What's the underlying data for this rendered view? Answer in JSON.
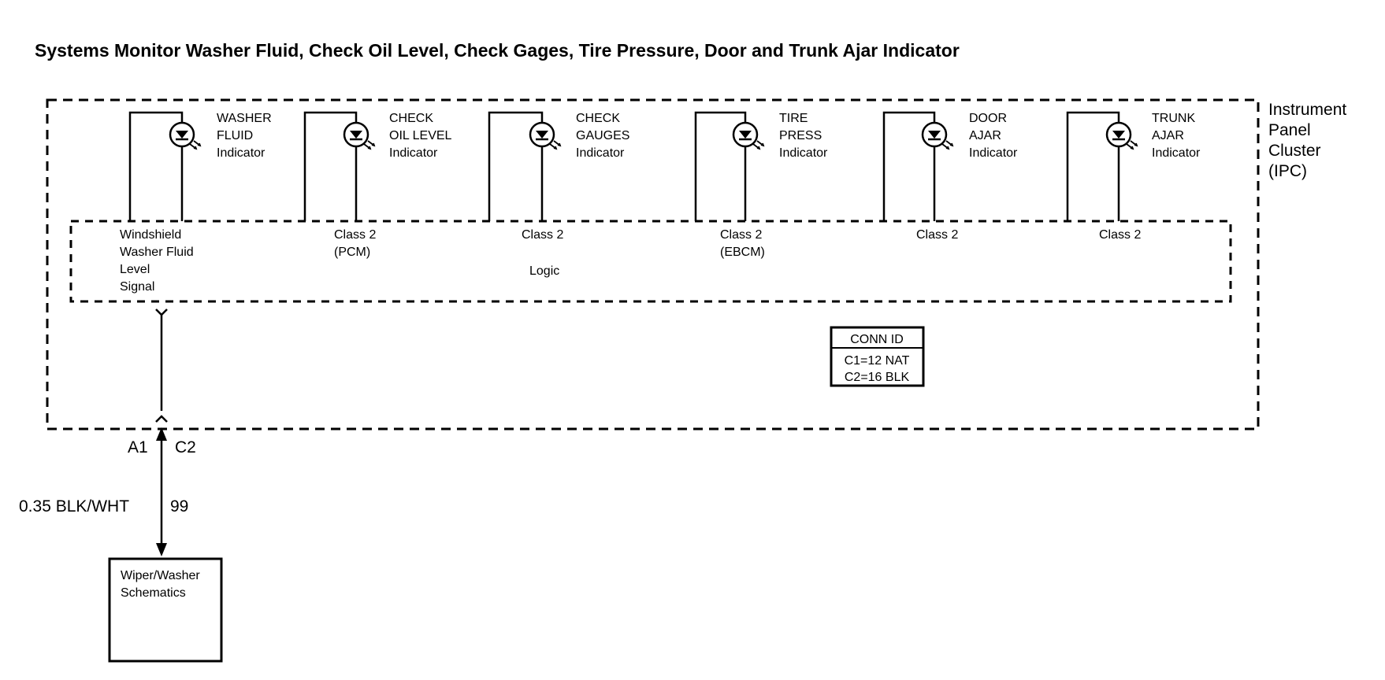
{
  "title": "Systems Monitor Washer Fluid, Check Oil Level,   Check Gages, Tire Pressure,  Door and Trunk Ajar Indicator",
  "module_label": [
    "Instrument",
    "Panel",
    "Cluster",
    "(IPC)"
  ],
  "indicators": [
    {
      "name": [
        "WASHER",
        "FLUID",
        "Indicator"
      ],
      "signal": [
        "Windshield",
        "Washer Fluid",
        "Level",
        "Signal"
      ]
    },
    {
      "name": [
        "CHECK",
        "OIL LEVEL",
        "Indicator"
      ],
      "signal": [
        "Class 2",
        "(PCM)"
      ]
    },
    {
      "name": [
        "CHECK",
        "GAUGES",
        "Indicator"
      ],
      "signal": [
        "Class 2"
      ]
    },
    {
      "name": [
        "TIRE",
        "PRESS",
        "Indicator"
      ],
      "signal": [
        "Class 2",
        "(EBCM)"
      ]
    },
    {
      "name": [
        "DOOR",
        "AJAR",
        "Indicator"
      ],
      "signal": [
        "Class 2"
      ]
    },
    {
      "name": [
        "TRUNK",
        "AJAR",
        "Indicator"
      ],
      "signal": [
        "Class 2"
      ]
    }
  ],
  "logic_label": "Logic",
  "conn_id": {
    "header": "CONN ID",
    "lines": [
      "C1=12 NAT",
      "C2=16 BLK"
    ]
  },
  "connector": {
    "left_pin": "A1",
    "right_pin": "C2"
  },
  "wire": {
    "gauge_color": "0.35 BLK/WHT",
    "circuit": "99"
  },
  "destination": [
    "Wiper/Washer",
    "Schematics"
  ]
}
